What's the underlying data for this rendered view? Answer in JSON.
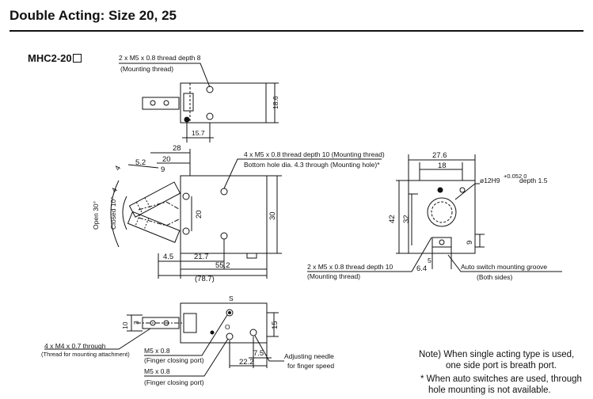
{
  "header": {
    "title": "Double Acting: Size 20, 25"
  },
  "model": {
    "label": "MHC2-20"
  },
  "top_view": {
    "callout_line1": "2 x M5 x 0.8 thread depth 8",
    "callout_line2": "(Mounting thread)",
    "dim_height": "18.6",
    "dim_width": "15.7"
  },
  "main_view": {
    "callout_line1": "4 x M5 x 0.8 thread depth 10 (Mounting thread)",
    "callout_line2": "Bottom hole dia. 4.3 through (Mounting hole)*",
    "dim_28": "28",
    "dim_20": "20",
    "dim_5_2": "5.2",
    "dim_9": "9",
    "dim_4a": "4",
    "dim_4b": "4",
    "open_label": "Open 30°",
    "closed_label": "Closed 10°",
    "dim_20v": "20",
    "dim_30v": "30",
    "dim_4_5": "4.5",
    "dim_21_7": "21.7",
    "dim_55_2": "55.2",
    "dim_78_7": "(78.7)"
  },
  "side_view": {
    "dim_27_6": "27.6",
    "dim_18": "18",
    "bore_label": "ø12H9",
    "bore_tol": "+0.052 0",
    "bore_depth": "depth 1.5",
    "dim_42": "42",
    "dim_32": "32",
    "dim_9": "9",
    "dim_5": "5",
    "dim_6_4": "6.4",
    "port_line1": "2 x M5 x 0.8 thread depth 10",
    "port_line2": "(Mounting thread)",
    "groove_line1": "Auto switch mounting groove",
    "groove_line2": "(Both sides)"
  },
  "bottom_view": {
    "dim_10": "10",
    "dim_3": "3",
    "dim_15": "15",
    "dim_7_5": "7.5",
    "dim_22_2": "22.2",
    "port_s": "S",
    "port_o": "O",
    "m4_line1": "4 x M4 x 0.7 through",
    "m4_line2": "(Thread for mounting attachment)",
    "m5a_line1": "M5 x 0.8",
    "m5a_line2": "(Finger closing port)",
    "m5b_line1": "M5 x 0.8",
    "m5b_line2": "(Finger closing port)",
    "needle_line1": "Adjusting needle",
    "needle_line2": "for finger speed"
  },
  "notes": {
    "note1_line1": "Note) When single acting type is used,",
    "note1_line2": "one side port is breath port.",
    "note2_line1": "* When auto switches are used, through",
    "note2_line2": "hole mounting is not available."
  }
}
